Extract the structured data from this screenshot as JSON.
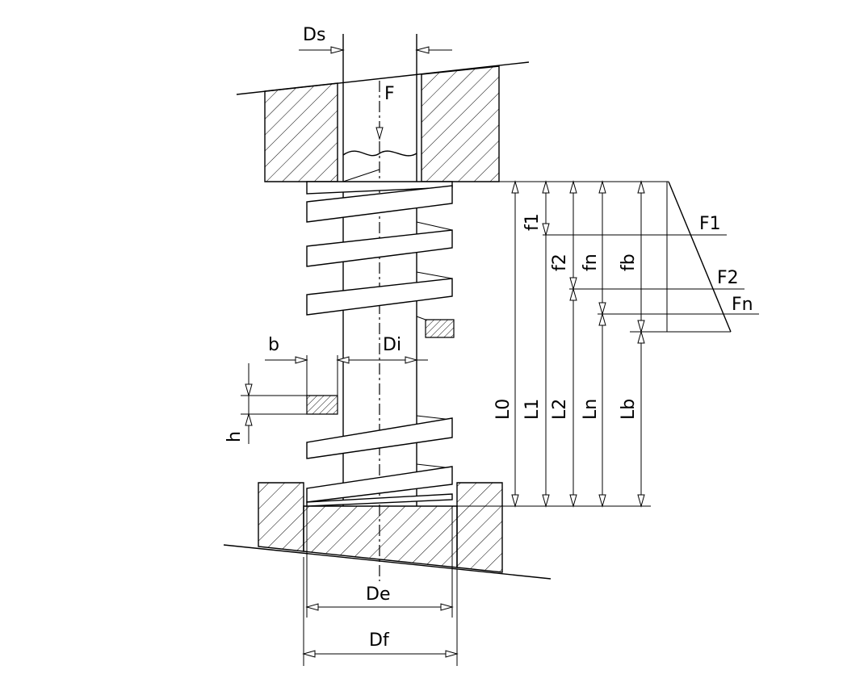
{
  "labels": {
    "Ds": "Ds",
    "F": "F",
    "b": "b",
    "Di": "Di",
    "h": "h",
    "De": "De",
    "Df": "Df",
    "L0": "L0",
    "L1": "L1",
    "L2": "L2",
    "Ln": "Ln",
    "Lb": "Lb",
    "f1": "f1",
    "f2": "f2",
    "fn": "fn",
    "fb": "fb",
    "F1": "F1",
    "F2": "F2",
    "Fn": "Fn"
  }
}
